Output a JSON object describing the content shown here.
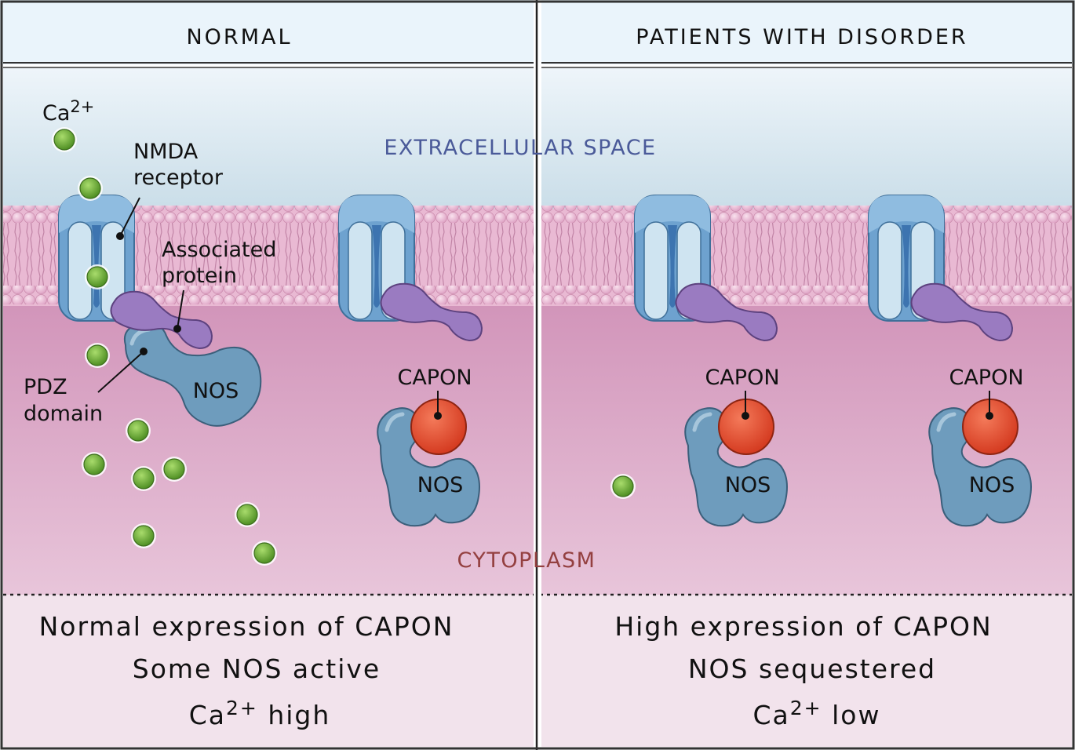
{
  "panels": {
    "left": {
      "title": "NORMAL",
      "summary": [
        "Normal expression of CAPON",
        "Some NOS active"
      ],
      "calcium_summary": {
        "ion": "Ca",
        "charge": "2+",
        "level": "high"
      }
    },
    "right": {
      "title": "PATIENTS WITH DISORDER",
      "summary": [
        "High expression of CAPON",
        "NOS sequestered"
      ],
      "calcium_summary": {
        "ion": "Ca",
        "charge": "2+",
        "level": "low"
      }
    }
  },
  "regions": {
    "extracellular": "EXTRACELLULAR SPACE",
    "cytoplasm": "CYTOPLASM"
  },
  "labels": {
    "calcium_ion": "Ca",
    "calcium_charge": "2+",
    "nmda": [
      "NMDA",
      "receptor"
    ],
    "associated_protein": [
      "Associated",
      "protein"
    ],
    "pdz": [
      "PDZ",
      "domain"
    ],
    "nos": "NOS",
    "capon": "CAPON"
  },
  "colors": {
    "extracellular": "#ddeaf1",
    "membrane": "#e7b3cf",
    "cytoplasm": "#d69ec0",
    "summary_bg": "#f1dfe9",
    "receptor": "#72a8d3",
    "associated_protein": "#9b7ac0",
    "nos": "#6f9dbd",
    "capon": "#e54d2e",
    "calcium": "#77b43b",
    "region_ext_text": "#4a5a99",
    "region_cyto_text": "#944040"
  }
}
